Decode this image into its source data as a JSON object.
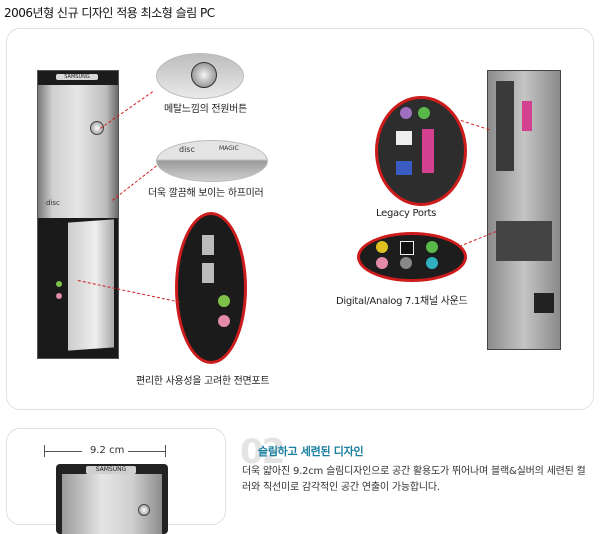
{
  "header": {
    "title": "2006년형 신규 디자인 적용 최소형 슬림 PC"
  },
  "top_panel": {
    "captions": {
      "power_button": "메탈느낌의 전원버튼",
      "half_mirror": "더욱 깔끔해 보이는 하프미러",
      "front_ports": "편리한 사용성을 고려한 전면포트",
      "legacy_ports": "Legacy Ports",
      "sound": "Digital/Analog 7.1채널 사운드"
    },
    "tower_logo": "SAMSUNG",
    "disc_label": "disc",
    "magic_label": "MAGIC"
  },
  "bottom_panel": {
    "dimension": "9.2 cm",
    "mini_logo": "SAMSUNG",
    "number": "02",
    "subtitle": "슬림하고 세련된 디자인",
    "description": "더욱 얇아진 9.2cm 슬림디자인으로 공간 활용도가 뛰어나며 블랙&실버의 세련된 컬러와 직선미로 감각적인 공간 연출이 가능합니다."
  },
  "colors": {
    "accent_red": "#cc1c1c",
    "subtitle_teal": "#1a7fa0"
  }
}
